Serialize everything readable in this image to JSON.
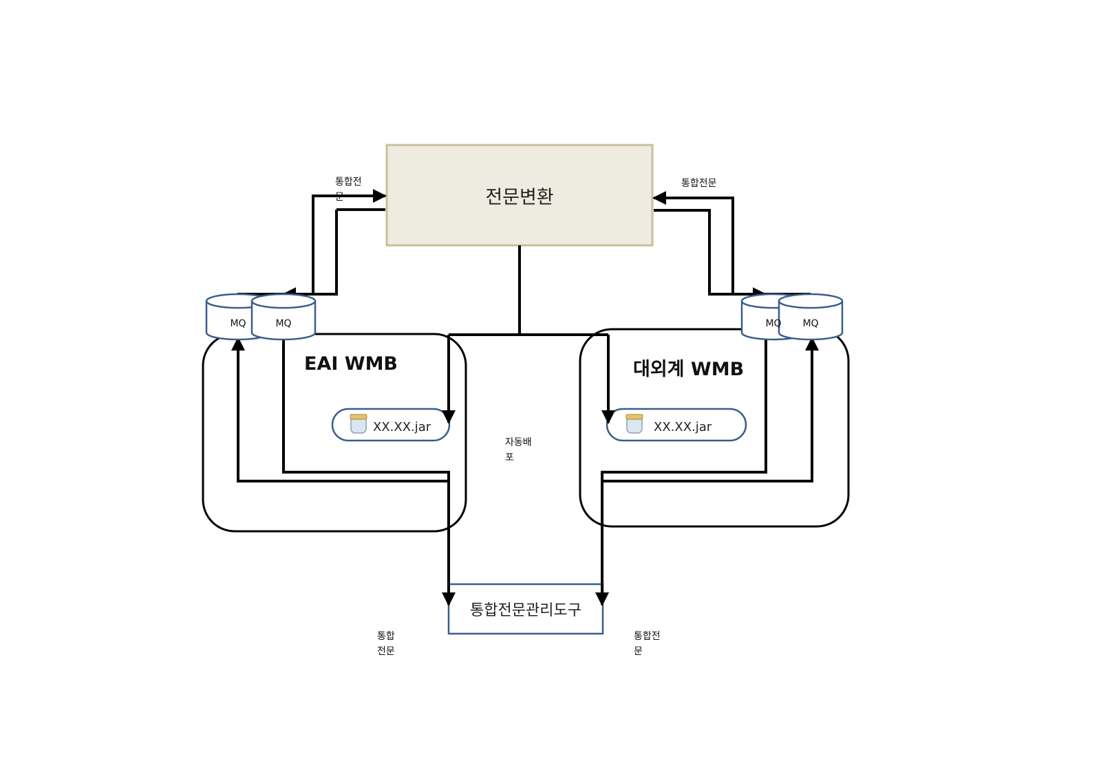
{
  "diagram": {
    "transform_box": {
      "label": "전문변환"
    },
    "tool_box": {
      "label": "통합전문관리도구"
    },
    "eai": {
      "title": "EAI  WMB",
      "jar_label": "XX.XX.jar",
      "mq_labels": [
        "MQ",
        "MQ"
      ]
    },
    "external": {
      "title": "대외계 WMB",
      "jar_label": "XX.XX.jar",
      "mq_labels": [
        "MQ",
        "MQ"
      ]
    },
    "edge_labels": {
      "top_left": "통합전\n문",
      "top_right": "통합전문",
      "bottom_left": "통합\n전문",
      "bottom_right": "통합전\n문",
      "center": "자동배\n포"
    },
    "colors": {
      "transform_fill": "#eeebe0",
      "transform_border": "#c9bf99",
      "mq_border": "#3a5c8c",
      "tool_border": "#3a5c8c",
      "line": "#000000"
    }
  }
}
